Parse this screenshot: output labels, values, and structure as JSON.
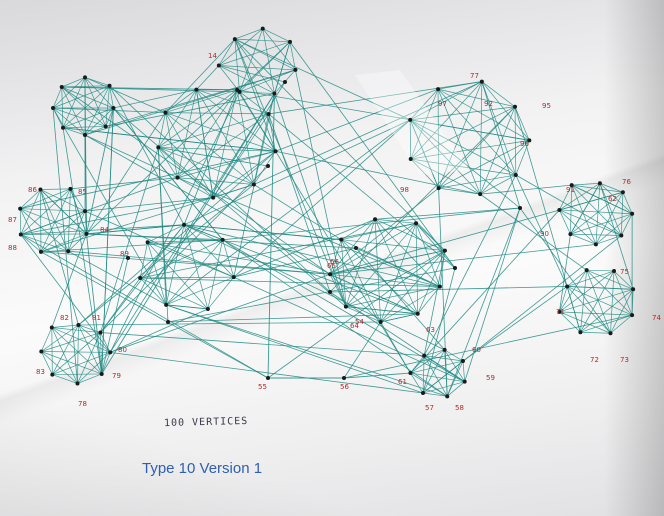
{
  "photo": {
    "handwritten_note": "100 VERTICES",
    "caption": "Type 10 Version 1",
    "caption_color": "#2f5fb0",
    "edge_color": "#1f8a82",
    "vertex_color": "#1a1a1a",
    "label_color": "#b0282a",
    "vertex_labels": [
      {
        "text": "14"
      },
      {
        "text": "54"
      },
      {
        "text": "55"
      },
      {
        "text": "56"
      },
      {
        "text": "57"
      },
      {
        "text": "58"
      },
      {
        "text": "59"
      },
      {
        "text": "60"
      },
      {
        "text": "61"
      },
      {
        "text": "62"
      },
      {
        "text": "63"
      },
      {
        "text": "64"
      },
      {
        "text": "65"
      },
      {
        "text": "66"
      },
      {
        "text": "71"
      },
      {
        "text": "72"
      },
      {
        "text": "73"
      },
      {
        "text": "74"
      },
      {
        "text": "75"
      },
      {
        "text": "76"
      },
      {
        "text": "77"
      },
      {
        "text": "78"
      },
      {
        "text": "79"
      },
      {
        "text": "80"
      },
      {
        "text": "81"
      },
      {
        "text": "82"
      },
      {
        "text": "83"
      },
      {
        "text": "84"
      },
      {
        "text": "85"
      },
      {
        "text": "86"
      },
      {
        "text": "87"
      },
      {
        "text": "88"
      },
      {
        "text": "89"
      },
      {
        "text": "90"
      },
      {
        "text": "91"
      },
      {
        "text": "92"
      },
      {
        "text": "95"
      },
      {
        "text": "96"
      },
      {
        "text": "97"
      },
      {
        "text": "98"
      }
    ]
  }
}
